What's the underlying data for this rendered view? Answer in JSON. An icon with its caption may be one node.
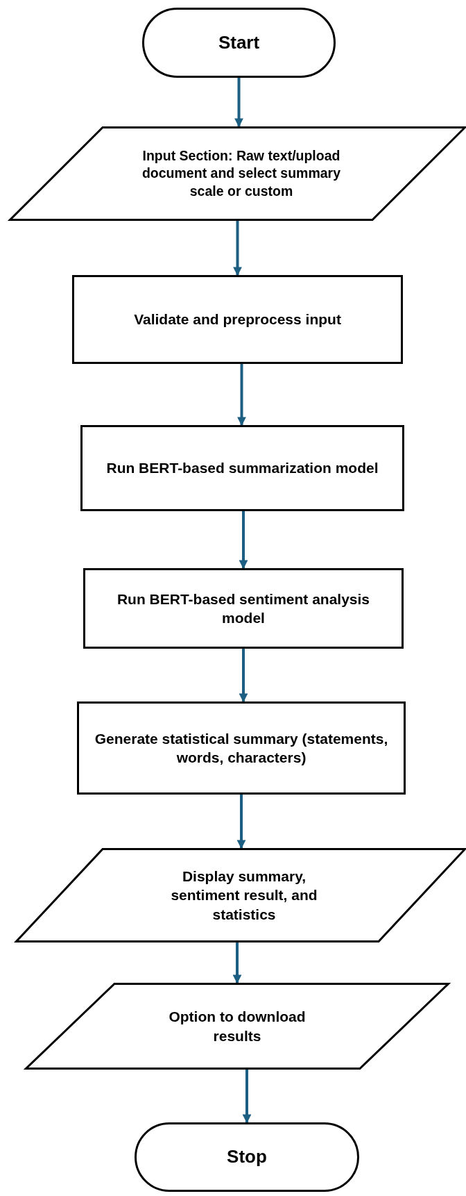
{
  "diagram": {
    "nodes": [
      {
        "text": [
          "Start"
        ]
      },
      {
        "text": [
          "Input Section:  Raw text/upload document and select summary scale or custom"
        ]
      },
      {
        "text": [
          "Validate and preprocess input"
        ]
      },
      {
        "text": [
          "Run BERT-based summarization model"
        ]
      },
      {
        "text": [
          "Run BERT-based sentiment analysis model"
        ]
      },
      {
        "text": [
          "Generate statistical summary (statements, words, characters)"
        ]
      },
      {
        "text": [
          "Display summary, sentiment result, and statistics"
        ]
      },
      {
        "text": [
          "Option to download results"
        ]
      },
      {
        "text": [
          "Stop"
        ]
      }
    ],
    "edges": [
      {
        "from": 0,
        "to": 1,
        "arrow": "to"
      },
      {
        "from": 1,
        "to": 2,
        "arrow": "to"
      },
      {
        "from": 2,
        "to": 3,
        "arrow": "to"
      },
      {
        "from": 3,
        "to": 4,
        "arrow": "to"
      },
      {
        "from": 4,
        "to": 5,
        "arrow": "to"
      },
      {
        "from": 5,
        "to": 6,
        "arrow": "to"
      },
      {
        "from": 6,
        "to": 7,
        "arrow": "to"
      },
      {
        "from": 7,
        "to": 8,
        "arrow": "to"
      }
    ]
  }
}
